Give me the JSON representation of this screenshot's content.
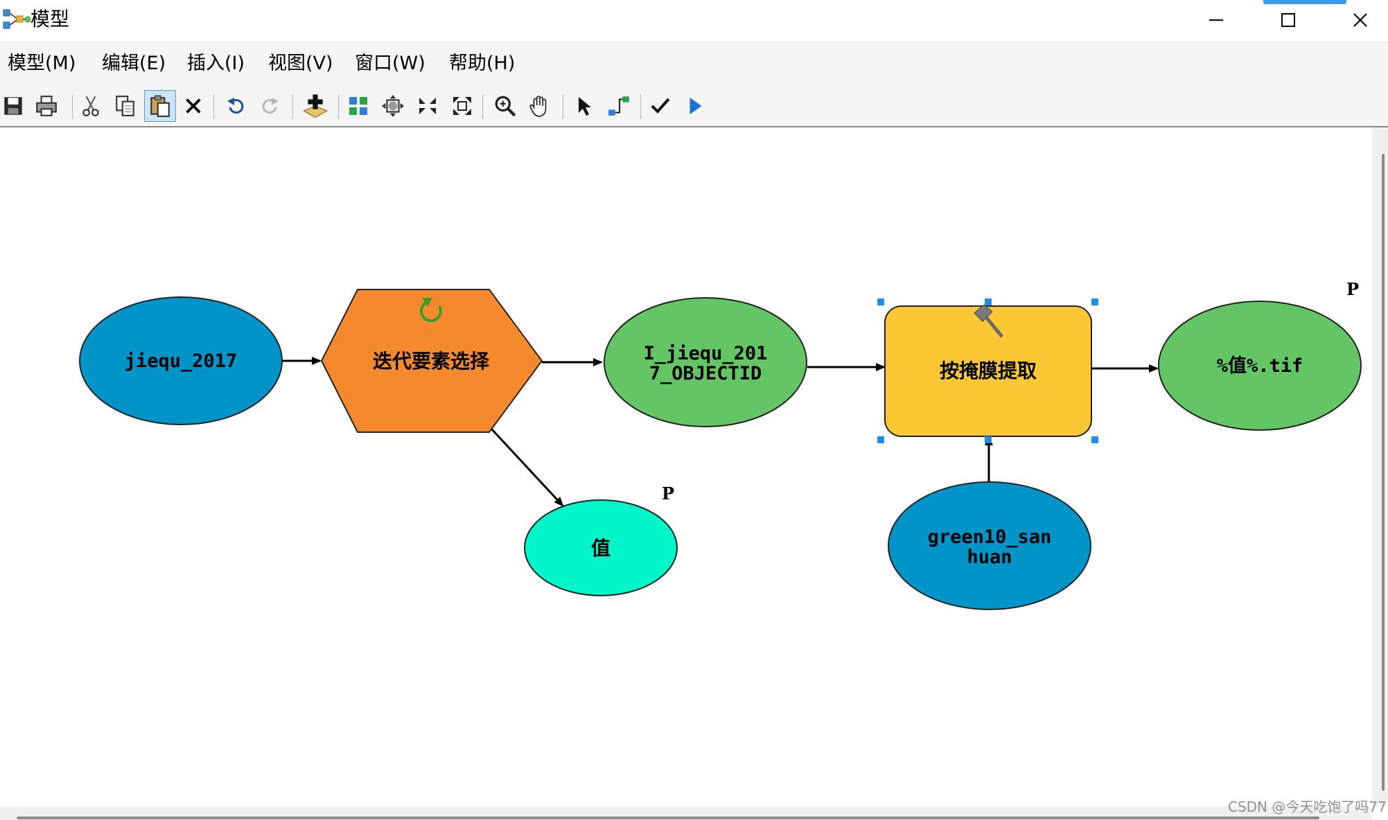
{
  "window": {
    "title": "模型",
    "controls": {
      "minimize": "minimize-icon",
      "maximize": "maximize-icon",
      "close": "close-icon"
    }
  },
  "menu": {
    "items": [
      {
        "label": "模型(M)"
      },
      {
        "label": "编辑(E)"
      },
      {
        "label": "插入(I)"
      },
      {
        "label": "视图(V)"
      },
      {
        "label": "窗口(W)"
      },
      {
        "label": "帮助(H)"
      }
    ]
  },
  "toolbar": {
    "buttons": [
      "save-icon",
      "print-icon",
      "cut-icon",
      "copy-icon",
      "paste-icon",
      "delete-icon",
      "undo-icon",
      "redo-icon",
      "add-data-icon",
      "auto-layout-icon",
      "full-extent-icon",
      "zoom-in-fixed-icon",
      "zoom-out-fixed-icon",
      "zoom-icon",
      "pan-icon",
      "select-icon",
      "connect-icon",
      "validate-icon",
      "run-icon"
    ],
    "active": "paste-icon"
  },
  "model": {
    "nodes": {
      "input_jiequ": {
        "label": "jiequ_2017",
        "color": "#0094c8"
      },
      "iterator": {
        "label": "迭代要素选择",
        "color": "#f5892e"
      },
      "value": {
        "label": "值",
        "color": "#00f5c8",
        "param": "P"
      },
      "objectid": {
        "label_line1": "I_jiequ_201",
        "label_line2": "7_OBJECTID",
        "color": "#63c563"
      },
      "extract": {
        "label": "按掩膜提取",
        "color": "#fbc734"
      },
      "green": {
        "label_line1": "green10_san",
        "label_line2": "huan",
        "color": "#0094c8"
      },
      "output": {
        "label": "%值%.tif",
        "color": "#63c563",
        "param": "P"
      }
    },
    "selection_handle_color": "#1e8ff0"
  },
  "watermark": "CSDN @今天吃饱了吗77"
}
